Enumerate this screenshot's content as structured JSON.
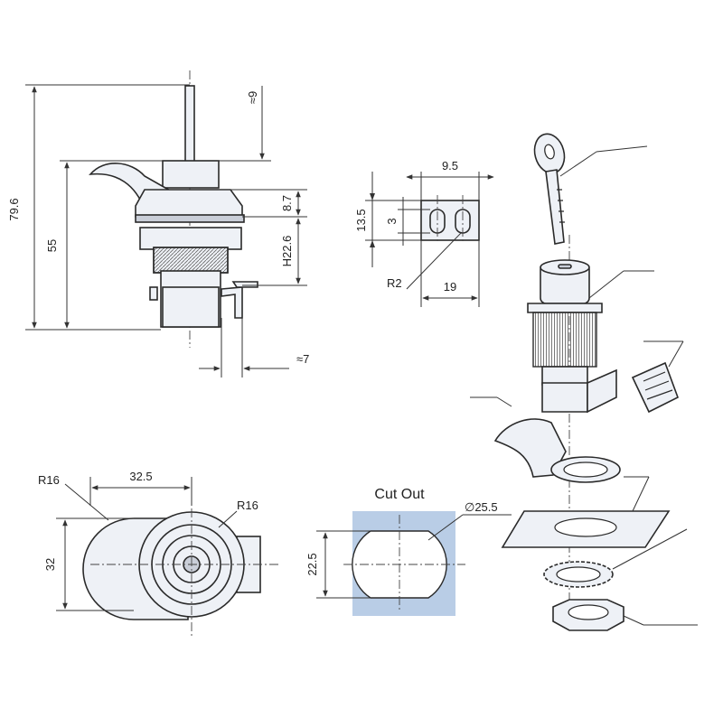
{
  "side_view": {
    "dim_overall": "79.6",
    "dim_body": "55",
    "dim_top": "≈9",
    "dim_flange": "8.7",
    "dim_h": "H22.6",
    "dim_cam": "≈7"
  },
  "cam_detail": {
    "dim_width": "9.5",
    "dim_height": "13.5",
    "dim_slot": "3",
    "dim_radius": "R2",
    "dim_length": "19"
  },
  "front_view": {
    "dim_r_left": "R16",
    "dim_r_right": "R16",
    "dim_width": "32.5",
    "dim_height": "32"
  },
  "cutout": {
    "title": "Cut Out",
    "dim_diameter": "∅25.5",
    "dim_flat": "22.5",
    "fill_color": "#b9cde6"
  },
  "colors": {
    "part_fill": "#eef1f6",
    "part_dark": "#c9ced8",
    "line": "#2a2a2a"
  }
}
